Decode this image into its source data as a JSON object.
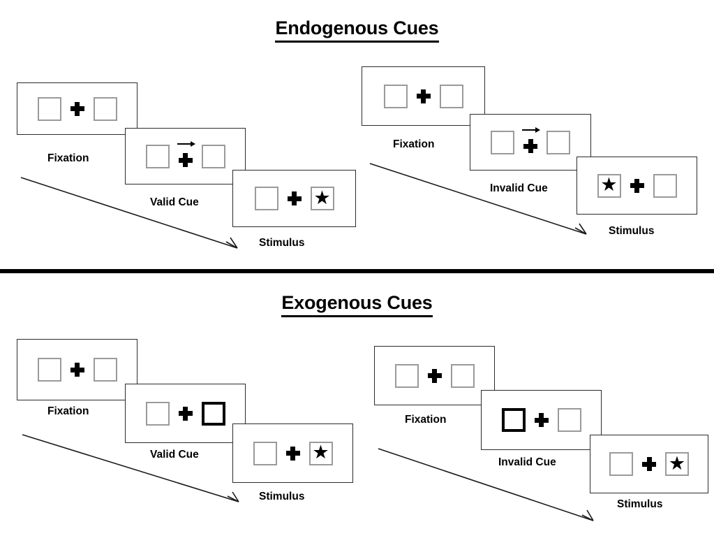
{
  "figure": {
    "sections": [
      {
        "id": "endogenous",
        "title": "Endogenous Cues",
        "cue_type": "arrow",
        "sequences": [
          {
            "id": "endogenous-valid",
            "validity": "valid",
            "frames": [
              {
                "label": "Fixation",
                "cue_side": "none",
                "cue": "none",
                "target_side": "none"
              },
              {
                "label": "Valid Cue",
                "cue_side": "right",
                "cue": "arrow-right",
                "target_side": "none"
              },
              {
                "label": "Stimulus",
                "cue_side": "none",
                "cue": "none",
                "target_side": "right",
                "target": "star"
              }
            ]
          },
          {
            "id": "endogenous-invalid",
            "validity": "invalid",
            "frames": [
              {
                "label": "Fixation",
                "cue_side": "none",
                "cue": "none",
                "target_side": "none"
              },
              {
                "label": "Invalid Cue",
                "cue_side": "right",
                "cue": "arrow-right",
                "target_side": "none"
              },
              {
                "label": "Stimulus",
                "cue_side": "none",
                "cue": "none",
                "target_side": "left",
                "target": "star"
              }
            ]
          }
        ]
      },
      {
        "id": "exogenous",
        "title": "Exogenous Cues",
        "cue_type": "box-flash",
        "sequences": [
          {
            "id": "exogenous-valid",
            "validity": "valid",
            "frames": [
              {
                "label": "Fixation",
                "cue_side": "none",
                "cue": "none",
                "target_side": "none"
              },
              {
                "label": "Valid Cue",
                "cue_side": "right",
                "cue": "thick-box",
                "target_side": "none"
              },
              {
                "label": "Stimulus",
                "cue_side": "none",
                "cue": "none",
                "target_side": "right",
                "target": "star"
              }
            ]
          },
          {
            "id": "exogenous-invalid",
            "validity": "invalid",
            "frames": [
              {
                "label": "Fixation",
                "cue_side": "none",
                "cue": "none",
                "target_side": "none"
              },
              {
                "label": "Invalid Cue",
                "cue_side": "left",
                "cue": "thick-box",
                "target_side": "none"
              },
              {
                "label": "Stimulus",
                "cue_side": "none",
                "cue": "none",
                "target_side": "right",
                "target": "star"
              }
            ]
          }
        ]
      }
    ],
    "glyphs": {
      "star": "★",
      "fixation_cross": "plus-sign",
      "arrow": "arrow-right-icon",
      "timeline_arrow": "timeline-arrow-icon"
    },
    "colors": {
      "ink": "#000000",
      "panel_border": "#2b2b2b",
      "box_border": "#9a9a9a",
      "cue_box_border": "#000000",
      "background": "#ffffff",
      "divider": "#000000"
    },
    "labels": {
      "fixation": "Fixation",
      "valid_cue": "Valid Cue",
      "invalid_cue": "Invalid Cue",
      "stimulus": "Stimulus"
    }
  }
}
